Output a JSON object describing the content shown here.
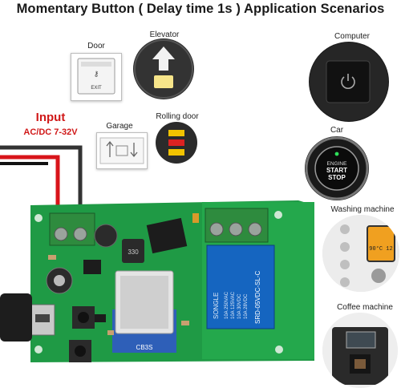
{
  "title": "Momentary Button ( Delay time 1s ) Application Scenarios",
  "input": {
    "label": "Input",
    "voltage": "AC/DC 7-32V"
  },
  "scenarios": [
    {
      "label": "Door"
    },
    {
      "label": "Elevator"
    },
    {
      "label": "Garage"
    },
    {
      "label": "Rolling door"
    },
    {
      "label": "Computer"
    },
    {
      "label": "Car"
    },
    {
      "label": "Washing machine"
    },
    {
      "label": "Coffee machine"
    }
  ],
  "board": {
    "relay_brand": "SONGLE",
    "relay_model": "SRD-05VDC-SL-C",
    "relay_specs": [
      "10A 250VAC",
      "10A 125VAC",
      "10A 30VDC",
      "10A 28VDC"
    ],
    "module_text": "CB3S",
    "inductor_text": "330"
  },
  "door_panel": {
    "exit_text": "EXIT"
  },
  "car_button": {
    "line1": "ENGINE",
    "line2": "START",
    "line3": "STOP"
  },
  "washer_display": {
    "value": "90°C 12"
  },
  "colors": {
    "pcb": "#1f9a45",
    "relay": "#1565c0",
    "terminal": "#2e8b3e",
    "input_text": "#d01818"
  }
}
